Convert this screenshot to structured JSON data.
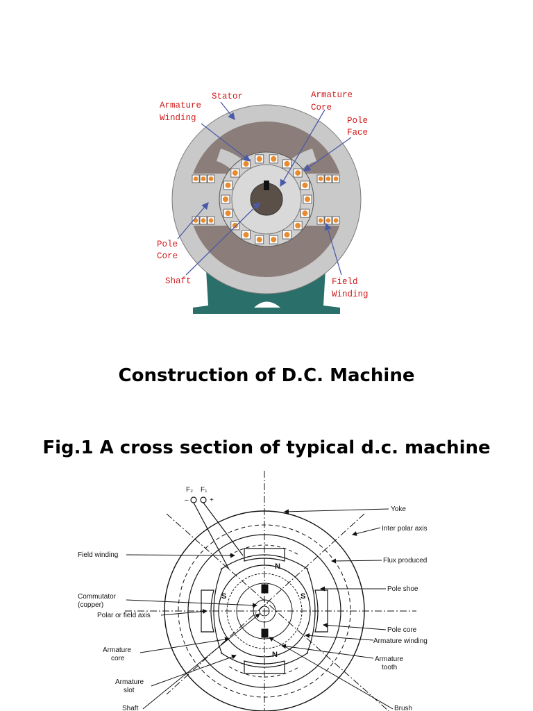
{
  "figure1": {
    "labels": {
      "stator": "Stator",
      "armature_winding_1": "Armature",
      "armature_winding_2": "Winding",
      "armature_core_1": "Armature",
      "armature_core_2": "Core",
      "pole_face_1": "Pole",
      "pole_face_2": "Face",
      "pole_core_1": "Pole",
      "pole_core_2": "Core",
      "shaft": "Shaft",
      "field_winding_1": "Field",
      "field_winding_2": "Winding"
    },
    "colors": {
      "stator": "#c9c9c9",
      "pole": "#8b7d7a",
      "armature": "#cfcfcf",
      "shaft": "#5a5048",
      "coil": "#e88a2e",
      "base": "#2b6f6a",
      "label": "#d01818",
      "arrow": "#4a5aa8"
    }
  },
  "heading1": "Construction of D.C. Machine",
  "heading2": "Fig.1 A cross section of typical d.c. machine",
  "figure2": {
    "labels": {
      "f2": "F₂",
      "f1": "F₁",
      "minus": "–",
      "plus": "+",
      "yoke": "Yoke",
      "inter_polar_axis": "Inter polar axis",
      "field_winding": "Field winding",
      "flux_produced": "Flux produced",
      "pole_shoe": "Pole shoe",
      "commutator_1": "Commutator",
      "commutator_2": "(copper)",
      "polar_axis": "Polar or field axis",
      "pole_core": "Pole core",
      "armature_winding": "Armature winding",
      "armature_core_1": "Armature",
      "armature_core_2": "core",
      "armature_tooth_1": "Armature",
      "armature_tooth_2": "tooth",
      "armature_slot_1": "Armature",
      "armature_slot_2": "slot",
      "shaft": "Shaft",
      "brush": "Brush",
      "pole_n": "N",
      "pole_s": "S"
    }
  }
}
